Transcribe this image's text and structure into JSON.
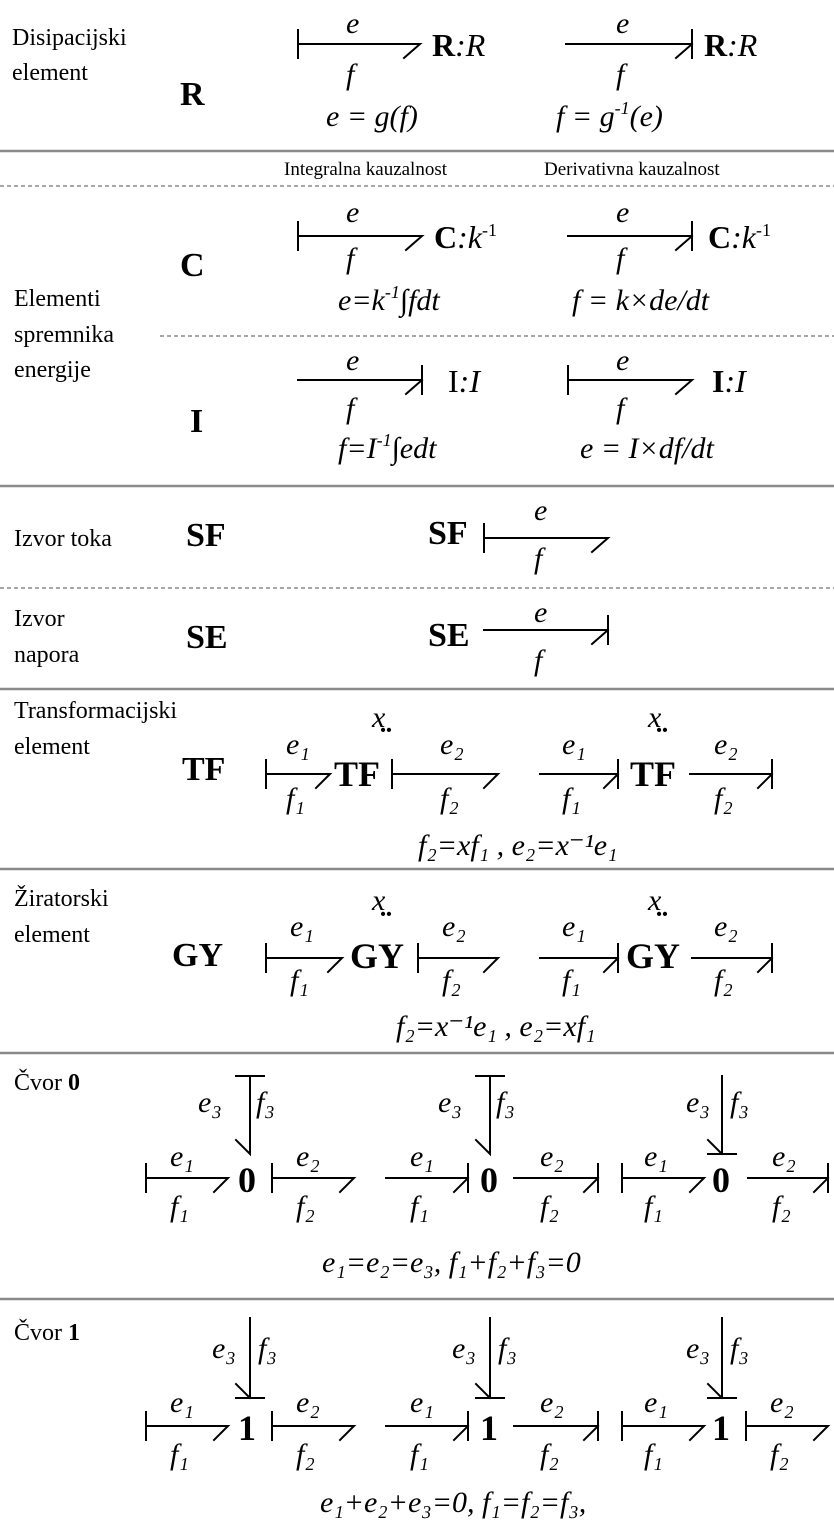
{
  "header": {
    "integral": "Integralna kauzalnost",
    "derivative": "Derivativna kauzalnost"
  },
  "rows": {
    "r": {
      "label1": "Disipacijski",
      "label2": "element",
      "symbol": "R",
      "tag1": "R",
      "tag1b": ":R",
      "tag2": "R",
      "tag2b": ":R",
      "eq1": "e = g(f)",
      "eq2a": "f = g",
      "eq2b": "-1",
      "eq2c": "(e)"
    },
    "storage": {
      "label1": "Elementi",
      "label2": "spremnika",
      "label3": "energije"
    },
    "c": {
      "symbol": "C",
      "tag1": "C",
      "tag1b": ":k",
      "tag1c": "-1",
      "tag2": "C",
      "tag2b": ":k",
      "tag2c": "-1",
      "eq1a": "e=k",
      "eq1b": "-1",
      "eq1c": "∫fdt",
      "eq2": "f = k×de/dt"
    },
    "i": {
      "symbol": "I",
      "tag1": "I",
      "tag1b": ":I",
      "tag2": "I",
      "tag2b": ":I",
      "eq1a": "f=I",
      "eq1b": "-1",
      "eq1c": "∫edt",
      "eq2": "e = I×df/dt"
    },
    "sf": {
      "label1": "Izvor toka",
      "symbol": "SF",
      "tag": "SF"
    },
    "se": {
      "label1": "Izvor",
      "label2": "napora",
      "symbol": "SE",
      "tag": "SE"
    },
    "tf": {
      "label1": "Transformacijski",
      "label2": "element",
      "symbol": "TF",
      "node": "TF",
      "mod": "x",
      "eq": "f₂=xf₁ ,  e₂=x⁻¹e₁"
    },
    "gy": {
      "label1": "Žiratorski",
      "label2": "element",
      "symbol": "GY",
      "node": "GY",
      "mod": "x",
      "eq": "f₂=x⁻¹e₁ ,  e₂=xf₁"
    },
    "n0": {
      "label": "Čvor ",
      "labelb": "0",
      "node": "0",
      "eq": "e₁=e₂=e₃,   f₁+f₂+f₃=0"
    },
    "n1": {
      "label": "Čvor ",
      "labelb": "1",
      "node": "1",
      "eq": "e₁+e₂+e₃=0,  f₁=f₂=f₃,"
    }
  },
  "vars": {
    "e": "e",
    "f": "f",
    "e1": "e₁",
    "f1": "f₁",
    "e2": "e₂",
    "f2": "f₂",
    "e3": "e₃",
    "f3": "f₃"
  }
}
